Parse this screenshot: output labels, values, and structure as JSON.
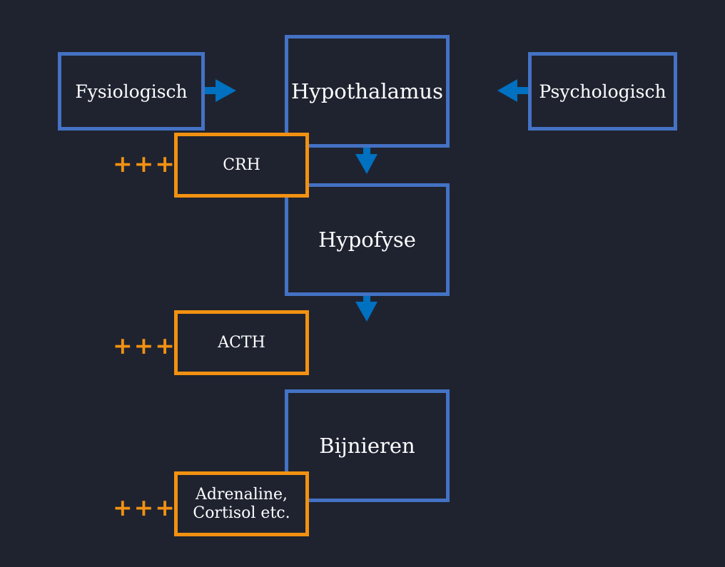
{
  "diagram": {
    "nodes": {
      "fysiologisch": "Fysiologisch",
      "hypothalamus": "Hypothalamus",
      "psychologisch": "Psychologisch",
      "hypofyse": "Hypofyse",
      "bijnieren": "Bijnieren"
    },
    "hormones": {
      "crh": "CRH",
      "acth": "ACTH",
      "end_line1": "Adrenaline,",
      "end_line2": "Cortisol etc."
    },
    "intensity_marker": "+++"
  },
  "colors": {
    "background": "#1f2330",
    "organ_border": "#4472c4",
    "hormone_border": "#f29111",
    "arrow": "#0070c0",
    "text": "#ffffff"
  }
}
